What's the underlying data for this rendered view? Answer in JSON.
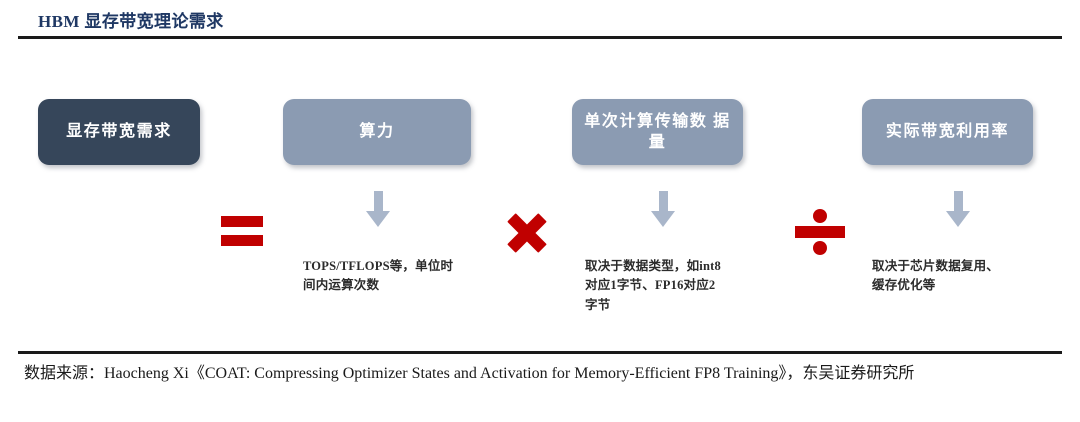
{
  "header": {
    "title": "HBM 显存带宽理论需求"
  },
  "formula": {
    "boxes": [
      {
        "id": "demand",
        "label": "显存带宽需求",
        "style": "dark",
        "color": "#36465a"
      },
      {
        "id": "power",
        "label": "算力",
        "style": "light",
        "color": "#8b9bb2"
      },
      {
        "id": "data",
        "label": "单次计算传输数\n据量",
        "style": "light",
        "color": "#8b9bb2"
      },
      {
        "id": "util",
        "label": "实际带宽利用率",
        "style": "light",
        "color": "#8b9bb2"
      }
    ],
    "operators": [
      {
        "id": "equals",
        "name": "equals-sign",
        "symbol": "=",
        "color": "#c00000"
      },
      {
        "id": "times",
        "name": "multiply-sign",
        "symbol": "×",
        "color": "#c00000"
      },
      {
        "id": "divide",
        "name": "divide-sign",
        "symbol": "÷",
        "color": "#c00000"
      }
    ]
  },
  "arrows": {
    "color": "#a9b6ca",
    "icon": "arrow-down-icon"
  },
  "captions": [
    {
      "id": "power",
      "text": "TOPS/TFLOPS等，单位时\n间内运算次数"
    },
    {
      "id": "data",
      "text": "取决于数据类型，如int8\n对应1字节、FP16对应2\n字节"
    },
    {
      "id": "util",
      "text": "取决于芯片数据复用、\n缓存优化等"
    }
  ],
  "footer": {
    "source": "数据来源：Haocheng Xi《COAT: Compressing Optimizer States and Activation for Memory-Efficient FP8 Training》，东吴证券研究所"
  }
}
